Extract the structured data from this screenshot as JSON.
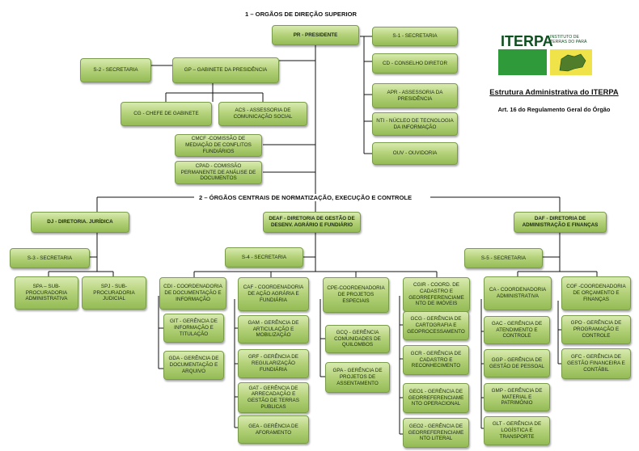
{
  "headings": {
    "section1": "1 – ORGÃOS DE DIREÇÃO SUPERIOR",
    "section2": "2 – ÓRGÃOS CENTRAIS DE NORMATIZAÇÃO, EXECUÇÃO E CONTROLE"
  },
  "logo": {
    "word": "ITERPA",
    "subtitle_line1": "INSTITUTO DE",
    "subtitle_line2": "TERRAS DO PARÁ",
    "colors": {
      "green": "#2e9a3a",
      "yellow": "#f0e34a",
      "dark": "#0f4f1f"
    }
  },
  "info": {
    "title": "Estrutura Administrativa do ITERPA",
    "subtitle": "Art. 16 do Regulamento Geral do Órgão"
  },
  "boxes": {
    "pr": "PR - PRESIDENTE",
    "s1": "S-1 - SECRETARIA",
    "s2": "S-2 - SECRETARIA",
    "gp": "GP – GABINETE DA PRESIDÊNCIA",
    "cd": "CD - CONSELHO DIRETOR",
    "apr": "APR - ASSESSORIA DA PRESIDÊNCIA",
    "nti": "NTI - NÚCLEO DE TECNOLOGIA DA INFORMAÇÃO",
    "ouv": "OUV - OUVIDORIA",
    "cg": "CG - CHEFE DE GABINETE",
    "acs": "ACS - ASSESSORIA DE COMUNICAÇÃO SOCIAL",
    "cmcf": "CMCF -COMISSÃO DE MEDIAÇÃO DE CONFLITOS FUNDIÁRIOS",
    "cpad": "CPAD - COMISSÃO PERMANENTE DE ANÁLISE DE DOCUMENTOS",
    "dj": "DJ - DIRETORIA.  JURÍDICA",
    "deaf": "DEAF - DIRETORIA DE GESTÃO DE DESENV. AGRÁRIO E FUNDIÁRIO",
    "daf": "DAF - DIRETORIA DE ADMINISTRAÇÃO E FINANÇAS",
    "s3": "S-3 - SECRETARIA",
    "s4": "S-4 - SECRETARIA",
    "s5": "S-5 - SECRETARIA",
    "spa": "SPA – SUB-PROCURADORIA ADMINISTRATIVA",
    "spj": "SPJ - SUB-PROCURADORIA JUDICIAL",
    "cdi": "CDI - COORDENADORIA DE DOCUMENTAÇÃO E INFORMAÇÃO",
    "git": "GIT - GERÊNCIA DE INFORMAÇÃO E TITULAÇÃO",
    "gda": "GDA - GERÊNCIA DE DOCUMENTAÇÃO E ARQUIVO",
    "caf": "CAF - COORDENADORIA DE  AÇÃO AGRÁRIA E FUNDIÁRIA",
    "gam": "GAM - GERÊNCIA  DE ARTICULAÇÃO E MOBILIZAÇÃO",
    "grf": "GRF - GERÊNCIA DE REGULARIZAÇÃO FUNDIÁRIA",
    "gat": "GAT - GERÊNCIA DE ARRECADAÇÃO E GESTÃO DE TERRAS PUBLICAS",
    "gea": "GEA - GERÊNCIA DE AFORAMENTO",
    "cpe": "CPE-COORDENADORIA DE PROJETOS ESPECIAIS",
    "gcq": "GCQ - GERÊNCIA COMUNIDADES DE QUILOMBOS",
    "gpa": "GPA - GERÊNCIA DE PROJETOS DE ASSENTAMENTO",
    "cgir": "CGIR - COORD. DE CADASTRO E GEORREFERENCIAME NTO DE IMÓVEIS",
    "gcg": "GCG - GERÊNCIA DE CARTOGRAFIA E GEOPROCESSAMENTO",
    "gcr": "GCR - GERÊNCIA  DE CADASTRO E RECONHECIMENTO",
    "geo1": "GEO1 - GERÊNCIA DE GEORREFERENCIAME NTO OPERACIONAL",
    "geo2": "GEO2 - GERÊNCIA DE GEORREFERENCIAME NTO LITERAL",
    "ca": "CA - COORDENADORIA ADMINISTRATIVA",
    "gac": "GAC - GERÊNCIA DE ATENDIMENTO E CONTROLE",
    "ggp": "GGP - GERÊNCIA DE GESTÃO DE PESSOAL",
    "gmp": "GMP - GERÊNCIA DE MATERIAL E PATRIMÔNIO",
    "glt": "GLT - GERÊNCIA DE LOGÍSTICA E TRANSPORTE",
    "cof": "COF -COORDENADORIA DE ORÇAMENTO E FINANÇAS",
    "gpo": "GPO - GERÊNCIA DE PROGRAMAÇÃO E CONTROLE",
    "gfc": "GFC - GERÊNCIA DE GESTÃO FINANCEIRA E CONTÁBIL"
  }
}
